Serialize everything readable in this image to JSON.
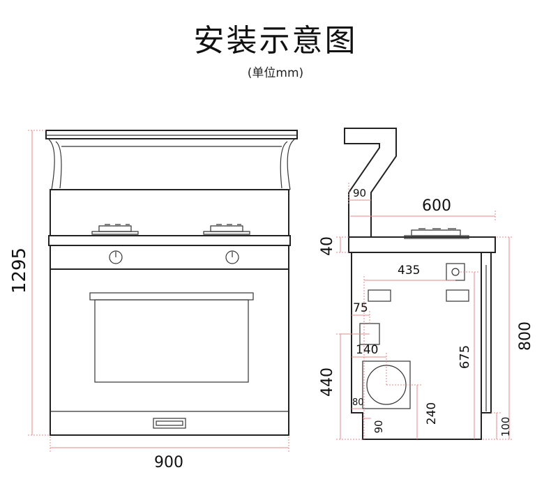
{
  "title": "安装示意图",
  "subtitle": "(单位mm)",
  "front_view": {
    "height_label": "1295",
    "width_label": "900"
  },
  "side_view": {
    "depth_label": "600",
    "hood_offset_label": "90",
    "top_thickness_label": "40",
    "height_label": "800",
    "outlet_offset_label": "435",
    "outlet_height_label": "675",
    "low_outlet_width_label": "75",
    "vent_offset_label": "140",
    "vent_height_label": "440",
    "vent_base_label": "80",
    "bottom_offset_label": "90",
    "vent_to_back_label": "240",
    "plinth_label": "100"
  },
  "colors": {
    "outline": "#222222",
    "dimension": "#e88888"
  }
}
